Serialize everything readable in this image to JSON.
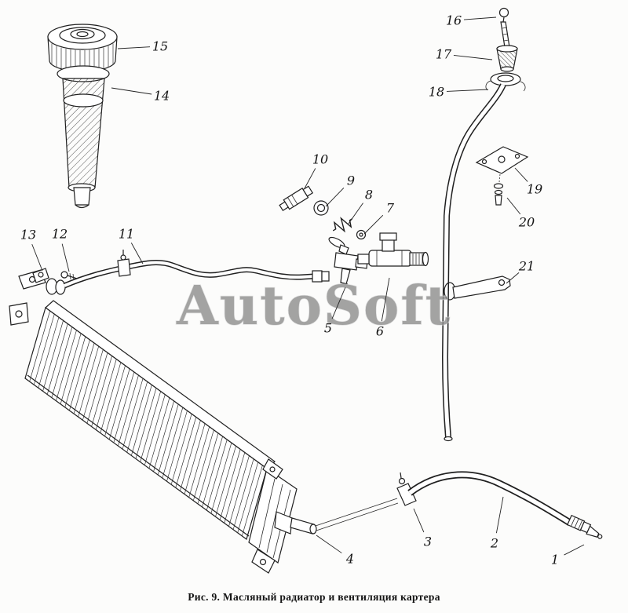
{
  "page": {
    "watermark": "AutoSoft",
    "caption": "Рис. 9. Масляный радиатор и вентиляция картера"
  },
  "diagram": {
    "parts": [
      {
        "num": "1",
        "label": [
          707,
          713
        ],
        "target": [
          744,
          694
        ]
      },
      {
        "num": "2",
        "label": [
          630,
          692
        ],
        "target": [
          641,
          633
        ]
      },
      {
        "num": "3",
        "label": [
          545,
          690
        ],
        "target": [
          527,
          648
        ]
      },
      {
        "num": "4",
        "label": [
          446,
          712
        ],
        "target": [
          403,
          682
        ]
      },
      {
        "num": "5",
        "label": [
          418,
          418
        ],
        "target": [
          440,
          366
        ]
      },
      {
        "num": "6",
        "label": [
          484,
          422
        ],
        "target": [
          496,
          354
        ]
      },
      {
        "num": "7",
        "label": [
          497,
          265
        ],
        "target": [
          464,
          298
        ]
      },
      {
        "num": "8",
        "label": [
          470,
          248
        ],
        "target": [
          444,
          285
        ]
      },
      {
        "num": "9",
        "label": [
          447,
          230
        ],
        "target": [
          415,
          263
        ]
      },
      {
        "num": "10",
        "label": [
          408,
          203
        ],
        "target": [
          388,
          240
        ]
      },
      {
        "num": "11",
        "label": [
          161,
          298
        ],
        "target": [
          182,
          336
        ]
      },
      {
        "num": "12",
        "label": [
          76,
          298
        ],
        "target": [
          88,
          346
        ]
      },
      {
        "num": "13",
        "label": [
          36,
          299
        ],
        "target": [
          54,
          345
        ]
      },
      {
        "num": "14",
        "label": [
          206,
          122
        ],
        "target": [
          142,
          112
        ]
      },
      {
        "num": "15",
        "label": [
          204,
          59
        ],
        "target": [
          150,
          62
        ]
      },
      {
        "num": "16",
        "label": [
          578,
          26
        ],
        "target": [
          632,
          22
        ]
      },
      {
        "num": "17",
        "label": [
          565,
          69
        ],
        "target": [
          627,
          76
        ]
      },
      {
        "num": "18",
        "label": [
          556,
          117
        ],
        "target": [
          622,
          114
        ]
      },
      {
        "num": "19",
        "label": [
          681,
          241
        ],
        "target": [
          656,
          214
        ]
      },
      {
        "num": "20",
        "label": [
          671,
          283
        ],
        "target": [
          646,
          252
        ]
      },
      {
        "num": "21",
        "label": [
          671,
          339
        ],
        "target": [
          645,
          361
        ]
      }
    ]
  }
}
